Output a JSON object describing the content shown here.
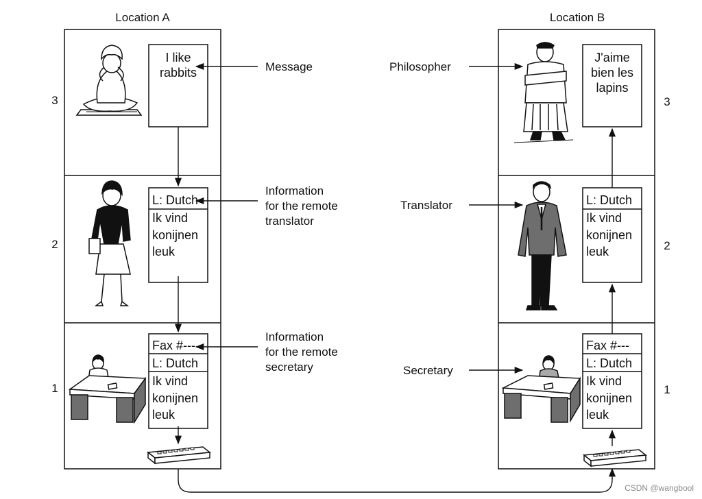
{
  "locations": {
    "a": "Location A",
    "b": "Location B"
  },
  "layer_numbers": [
    "3",
    "2",
    "1"
  ],
  "roles": {
    "philosopher": "Philosopher",
    "translator": "Translator",
    "secretary": "Secretary"
  },
  "annotations": {
    "message": "Message",
    "info_translator": [
      "Information",
      "for the remote",
      "translator"
    ],
    "info_secretary": [
      "Information",
      "for the remote",
      "secretary"
    ]
  },
  "documents": {
    "a3": [
      "I like",
      "rabbits"
    ],
    "b3": [
      "J'aime",
      "bien les",
      "lapins"
    ],
    "a2_header": "L: Dutch",
    "a2_body": [
      "Ik vind",
      "konijnen",
      "leuk"
    ],
    "b2_header": "L: Dutch",
    "b2_body": [
      "Ik vind",
      "konijnen",
      "leuk"
    ],
    "a1_fax": "Fax #---",
    "a1_lang": "L: Dutch",
    "a1_body": [
      "Ik vind",
      "konijnen",
      "leuk"
    ],
    "b1_fax": "Fax #---",
    "b1_lang": "L: Dutch",
    "b1_body": [
      "Ik vind",
      "konijnen",
      "leuk"
    ]
  },
  "watermark": "CSDN @wangbool",
  "icons": [
    "philosopher-indian-figure",
    "philosopher-monk-figure",
    "translator-woman-figure",
    "translator-man-figure",
    "secretary-at-desk-figure",
    "fax-machine-icon"
  ],
  "colors": {
    "line": "#111111",
    "background": "#ffffff",
    "suit": "#6e6e6e"
  }
}
